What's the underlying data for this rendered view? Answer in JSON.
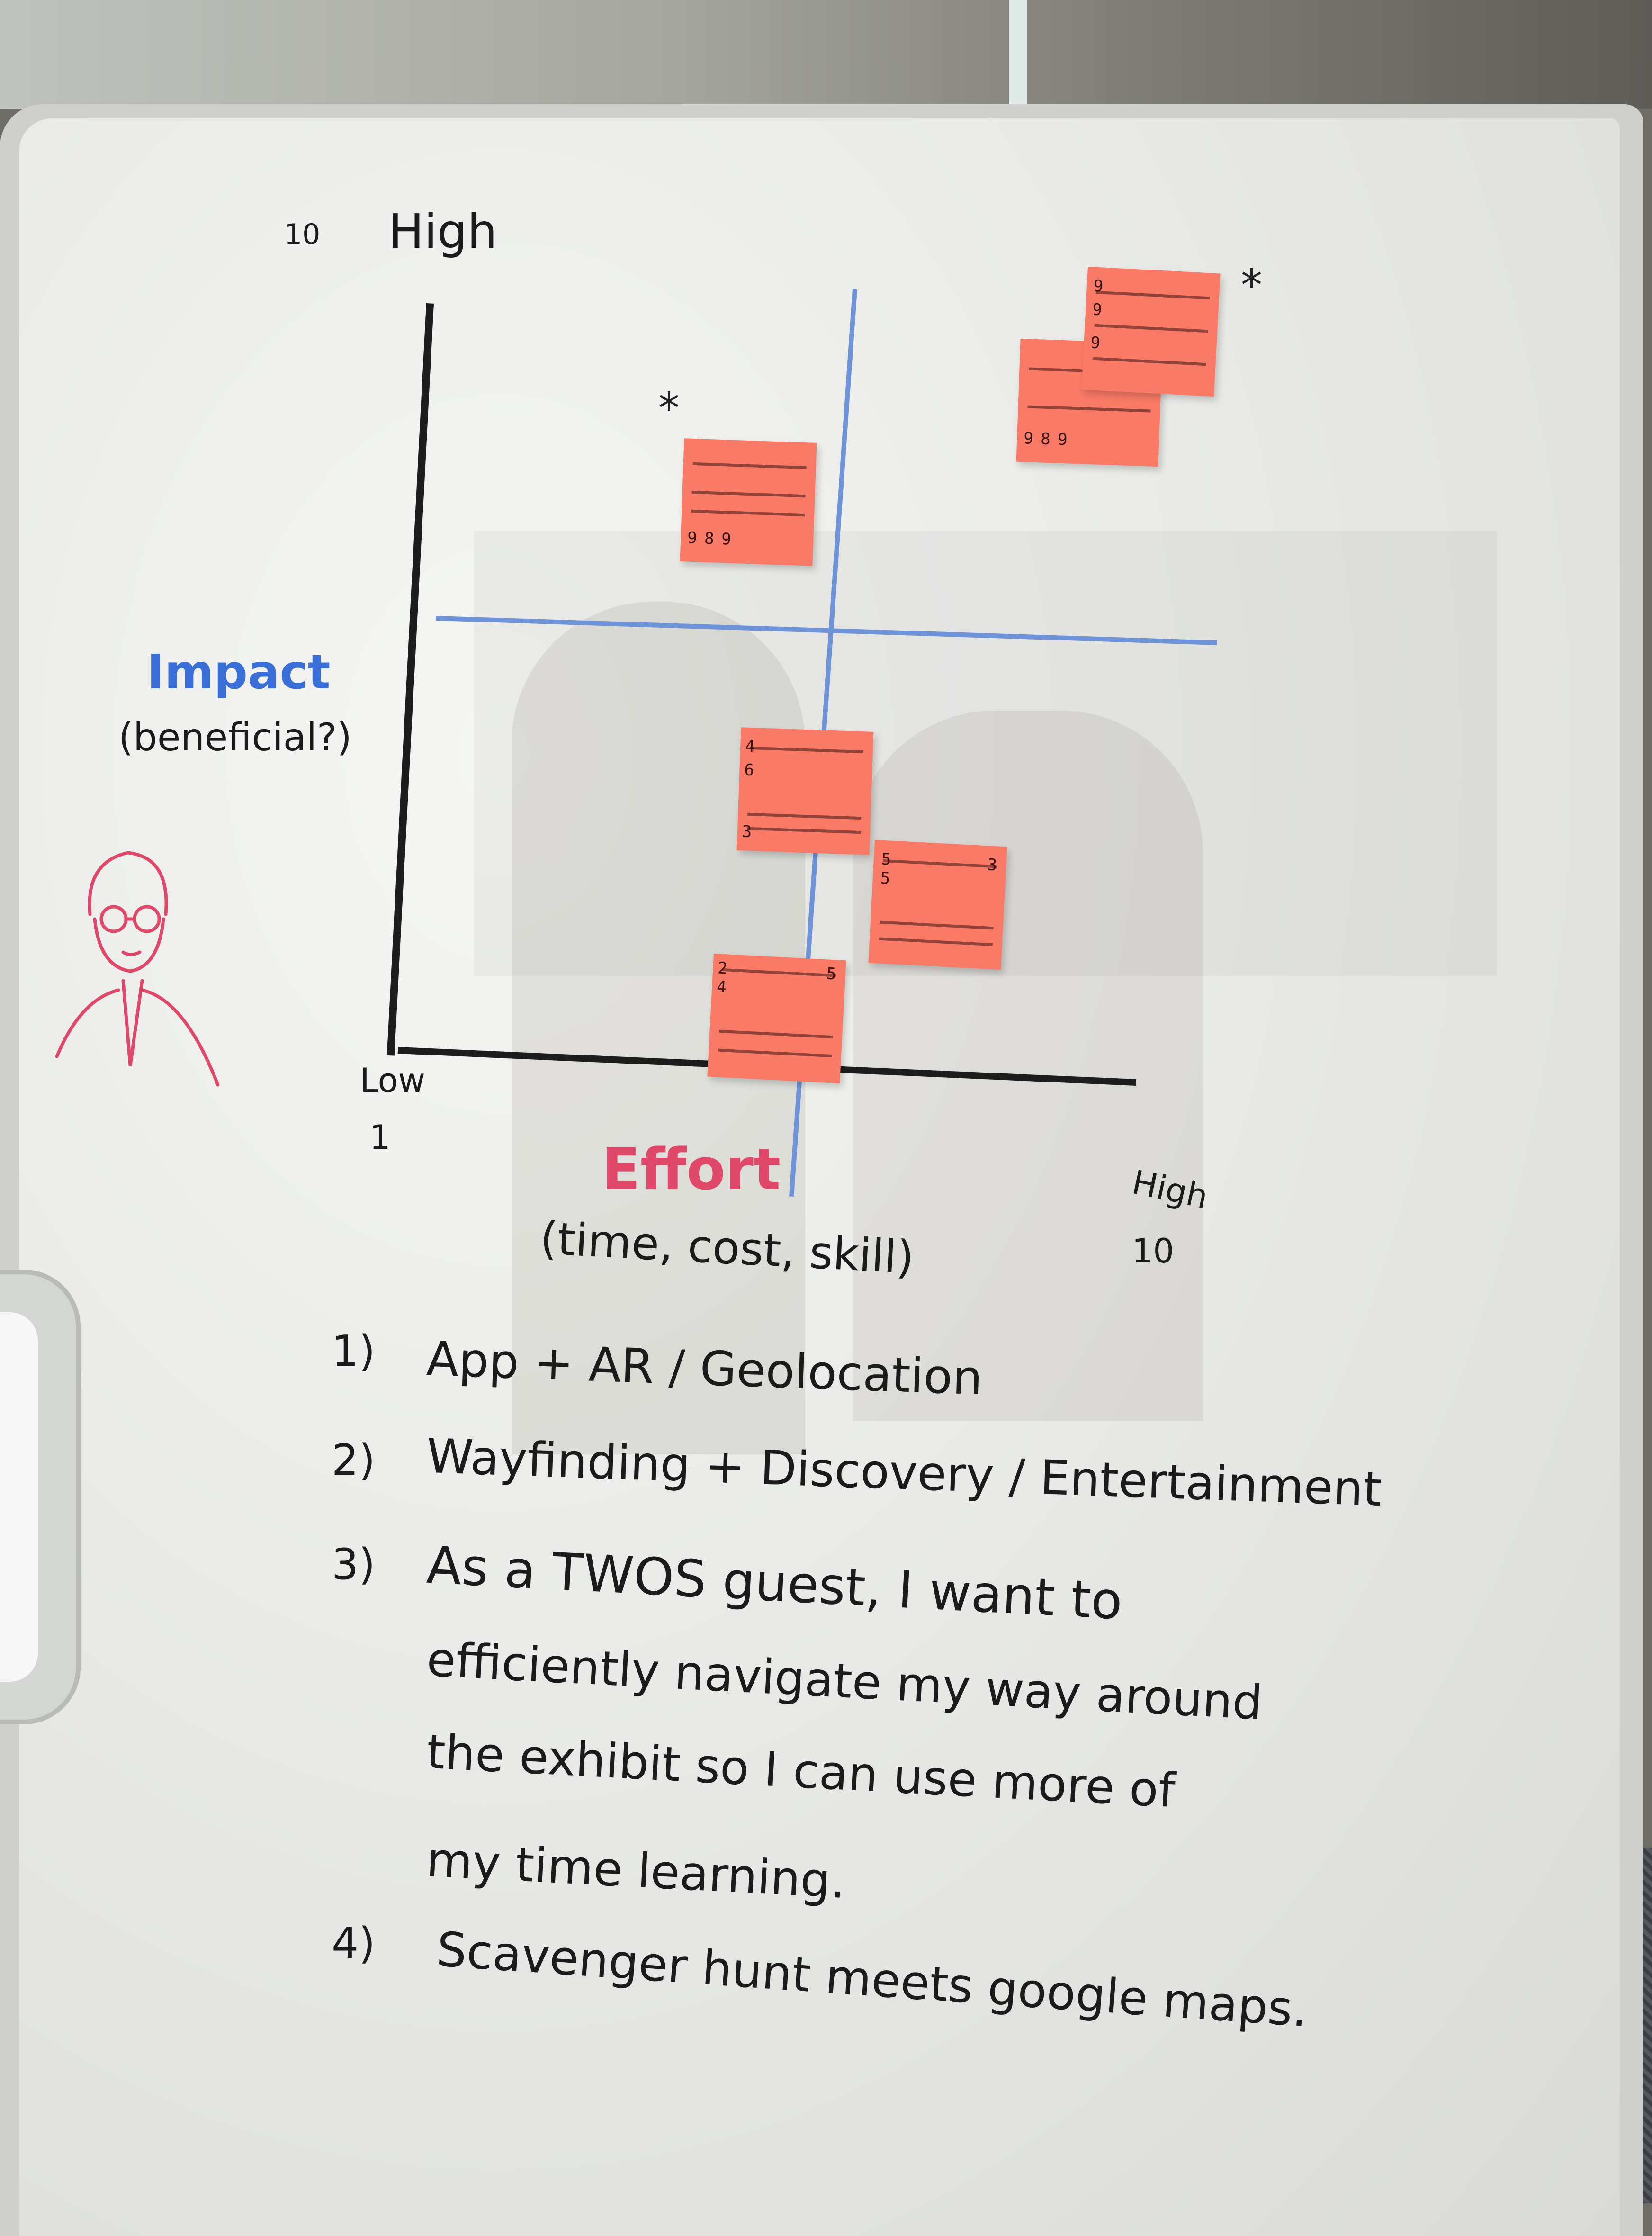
{
  "graph": {
    "y_top_number": "10",
    "y_top_label": "High",
    "y_title": "Impact",
    "y_subtitle": "(beneficial?)",
    "x_low_label": "Low",
    "origin_number": "1",
    "x_title": "Effort",
    "x_subtitle": "(time, cost, skill)",
    "x_high_label": "High",
    "x_high_number": "10",
    "star_symbol": "*"
  },
  "notes": [
    {
      "digits": [
        "9",
        "8",
        "9"
      ]
    },
    {
      "digits": [
        "9",
        "9",
        "9"
      ]
    },
    {
      "digits": [
        "9",
        "8",
        "9"
      ]
    },
    {
      "digits": [
        "4",
        "6",
        "3"
      ]
    },
    {
      "digits": [
        "5",
        "5",
        "3"
      ]
    },
    {
      "digits": [
        "2",
        "4",
        "5"
      ]
    }
  ],
  "list": [
    {
      "num": "1)",
      "text": "App + AR / Geolocation"
    },
    {
      "num": "2)",
      "text": "Wayfinding + Discovery / Entertainment"
    },
    {
      "num": "3)",
      "lines": [
        "As a TWOS guest, I want to",
        "efficiently navigate my way around",
        "the exhibit so I can use more of",
        "my time learning."
      ]
    },
    {
      "num": "4)",
      "text": "Scavenger hunt meets google maps."
    }
  ],
  "colors": {
    "marker_black": "#1b1b1b",
    "marker_blue": "#3a6fd8",
    "marker_pink": "#e0486a",
    "sticky_note": "#f97a66"
  }
}
